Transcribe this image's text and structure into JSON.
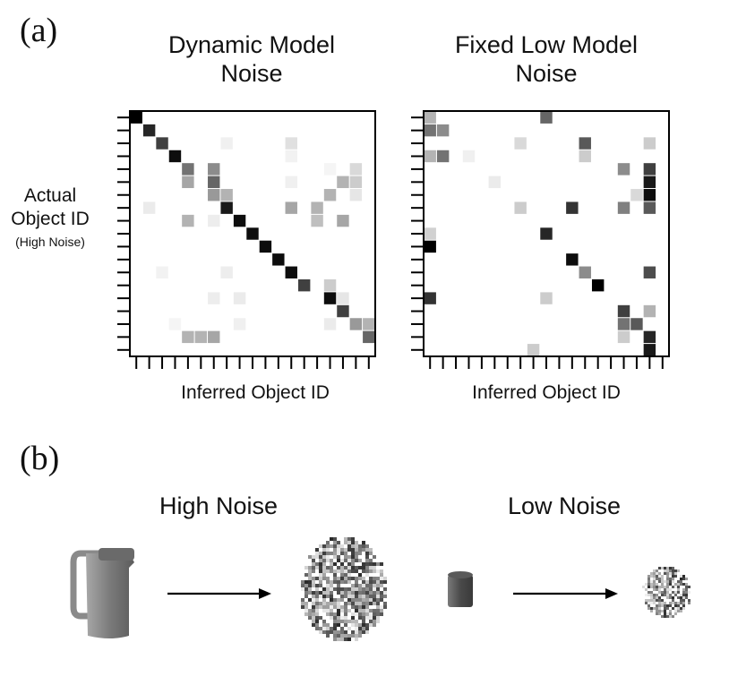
{
  "panel_a_label": "(a)",
  "panel_b_label": "(b)",
  "chart_data": [
    {
      "type": "heatmap",
      "title": "Dynamic Model Noise",
      "ylabel": "Actual Object ID",
      "ylabel_note": "(High Noise)",
      "xlabel": "Inferred Object ID",
      "rows": 19,
      "cols": 19,
      "value_range": [
        0,
        1
      ],
      "grid": false,
      "cells": [
        [
          0,
          0,
          1.0
        ],
        [
          1,
          1,
          0.85
        ],
        [
          2,
          2,
          0.75
        ],
        [
          3,
          3,
          0.95
        ],
        [
          4,
          4,
          0.55
        ],
        [
          4,
          6,
          0.45
        ],
        [
          5,
          4,
          0.35
        ],
        [
          5,
          6,
          0.6
        ],
        [
          6,
          6,
          0.4
        ],
        [
          6,
          7,
          0.3
        ],
        [
          7,
          7,
          0.9
        ],
        [
          8,
          8,
          0.95
        ],
        [
          9,
          9,
          0.95
        ],
        [
          10,
          10,
          0.95
        ],
        [
          11,
          11,
          0.95
        ],
        [
          12,
          12,
          0.95
        ],
        [
          13,
          13,
          0.75
        ],
        [
          13,
          15,
          0.2
        ],
        [
          14,
          15,
          0.95
        ],
        [
          15,
          16,
          0.75
        ],
        [
          16,
          17,
          0.4
        ],
        [
          16,
          18,
          0.3
        ],
        [
          17,
          18,
          0.6
        ],
        [
          2,
          7,
          0.06
        ],
        [
          2,
          12,
          0.12
        ],
        [
          3,
          12,
          0.05
        ],
        [
          4,
          15,
          0.04
        ],
        [
          4,
          17,
          0.15
        ],
        [
          5,
          12,
          0.06
        ],
        [
          5,
          16,
          0.3
        ],
        [
          5,
          17,
          0.2
        ],
        [
          6,
          15,
          0.3
        ],
        [
          6,
          17,
          0.1
        ],
        [
          7,
          12,
          0.35
        ],
        [
          7,
          14,
          0.3
        ],
        [
          7,
          1,
          0.08
        ],
        [
          8,
          4,
          0.3
        ],
        [
          8,
          6,
          0.07
        ],
        [
          8,
          14,
          0.25
        ],
        [
          8,
          16,
          0.35
        ],
        [
          12,
          2,
          0.05
        ],
        [
          12,
          7,
          0.07
        ],
        [
          14,
          6,
          0.07
        ],
        [
          14,
          8,
          0.08
        ],
        [
          14,
          16,
          0.1
        ],
        [
          16,
          3,
          0.04
        ],
        [
          16,
          8,
          0.06
        ],
        [
          16,
          15,
          0.08
        ],
        [
          17,
          4,
          0.3
        ],
        [
          17,
          5,
          0.3
        ],
        [
          17,
          6,
          0.35
        ]
      ]
    },
    {
      "type": "heatmap",
      "title": "Fixed Low Model Noise",
      "xlabel": "Inferred Object ID",
      "rows": 19,
      "cols": 19,
      "value_range": [
        0,
        1
      ],
      "grid": false,
      "cells": [
        [
          0,
          0,
          0.3
        ],
        [
          0,
          9,
          0.6
        ],
        [
          1,
          0,
          0.55
        ],
        [
          1,
          1,
          0.45
        ],
        [
          2,
          7,
          0.15
        ],
        [
          2,
          12,
          0.65
        ],
        [
          2,
          17,
          0.2
        ],
        [
          3,
          0,
          0.3
        ],
        [
          3,
          1,
          0.55
        ],
        [
          3,
          3,
          0.06
        ],
        [
          3,
          12,
          0.2
        ],
        [
          4,
          15,
          0.45
        ],
        [
          4,
          17,
          0.75
        ],
        [
          5,
          5,
          0.08
        ],
        [
          5,
          17,
          0.9
        ],
        [
          6,
          16,
          0.15
        ],
        [
          6,
          17,
          0.95
        ],
        [
          7,
          7,
          0.2
        ],
        [
          7,
          11,
          0.8
        ],
        [
          7,
          15,
          0.5
        ],
        [
          7,
          17,
          0.65
        ],
        [
          9,
          0,
          0.18
        ],
        [
          9,
          9,
          0.85
        ],
        [
          10,
          0,
          1.0
        ],
        [
          11,
          11,
          0.95
        ],
        [
          12,
          12,
          0.45
        ],
        [
          12,
          17,
          0.7
        ],
        [
          13,
          13,
          1.0
        ],
        [
          14,
          0,
          0.8
        ],
        [
          14,
          9,
          0.2
        ],
        [
          15,
          15,
          0.75
        ],
        [
          15,
          17,
          0.3
        ],
        [
          16,
          15,
          0.55
        ],
        [
          16,
          16,
          0.65
        ],
        [
          17,
          15,
          0.2
        ],
        [
          17,
          17,
          0.85
        ],
        [
          18,
          8,
          0.2
        ],
        [
          18,
          17,
          0.9
        ]
      ]
    }
  ],
  "panel_b": {
    "high_noise_title": "High Noise",
    "low_noise_title": "Low Noise"
  }
}
